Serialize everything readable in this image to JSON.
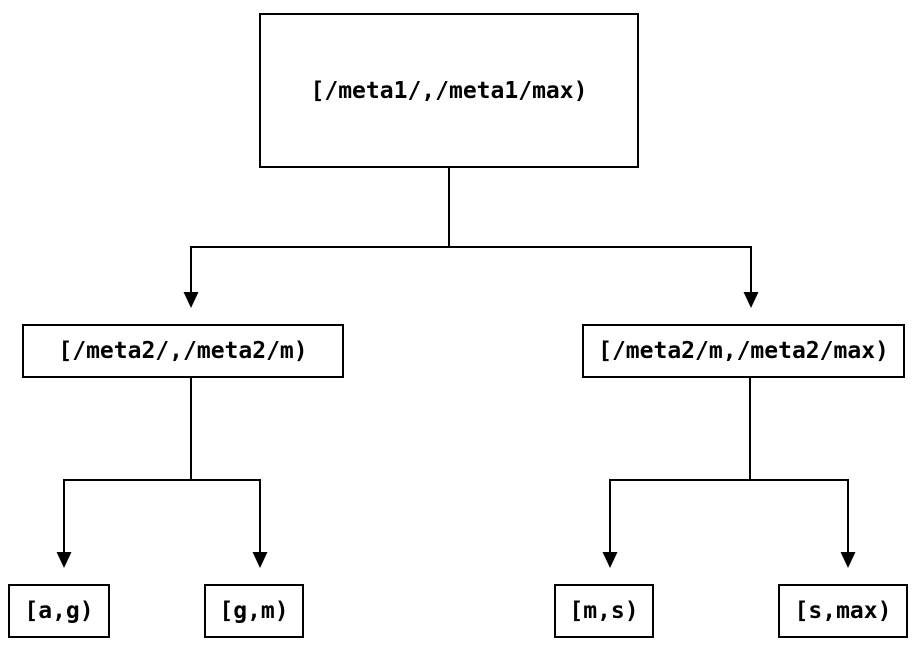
{
  "diagram": {
    "type": "tree",
    "background_color": "#ffffff",
    "line_color": "#000000",
    "box_fill_color": "#ffffff",
    "box_border_color": "#000000",
    "text_color": "#000000",
    "nodes": {
      "root": {
        "label": "[/meta1/,/meta1/max)"
      },
      "meta2_low": {
        "label": "[/meta2/,/meta2/m)"
      },
      "meta2_high": {
        "label": "[/meta2/m,/meta2/max)"
      },
      "leaf_ag": {
        "label": "[a,g)"
      },
      "leaf_gm": {
        "label": "[g,m)"
      },
      "leaf_ms": {
        "label": "[m,s)"
      },
      "leaf_smax": {
        "label": "[s,max)"
      }
    },
    "edges": [
      {
        "from": "root",
        "to": "meta2_low"
      },
      {
        "from": "root",
        "to": "meta2_high"
      },
      {
        "from": "meta2_low",
        "to": "leaf_ag"
      },
      {
        "from": "meta2_low",
        "to": "leaf_gm"
      },
      {
        "from": "meta2_high",
        "to": "leaf_ms"
      },
      {
        "from": "meta2_high",
        "to": "leaf_smax"
      }
    ]
  }
}
